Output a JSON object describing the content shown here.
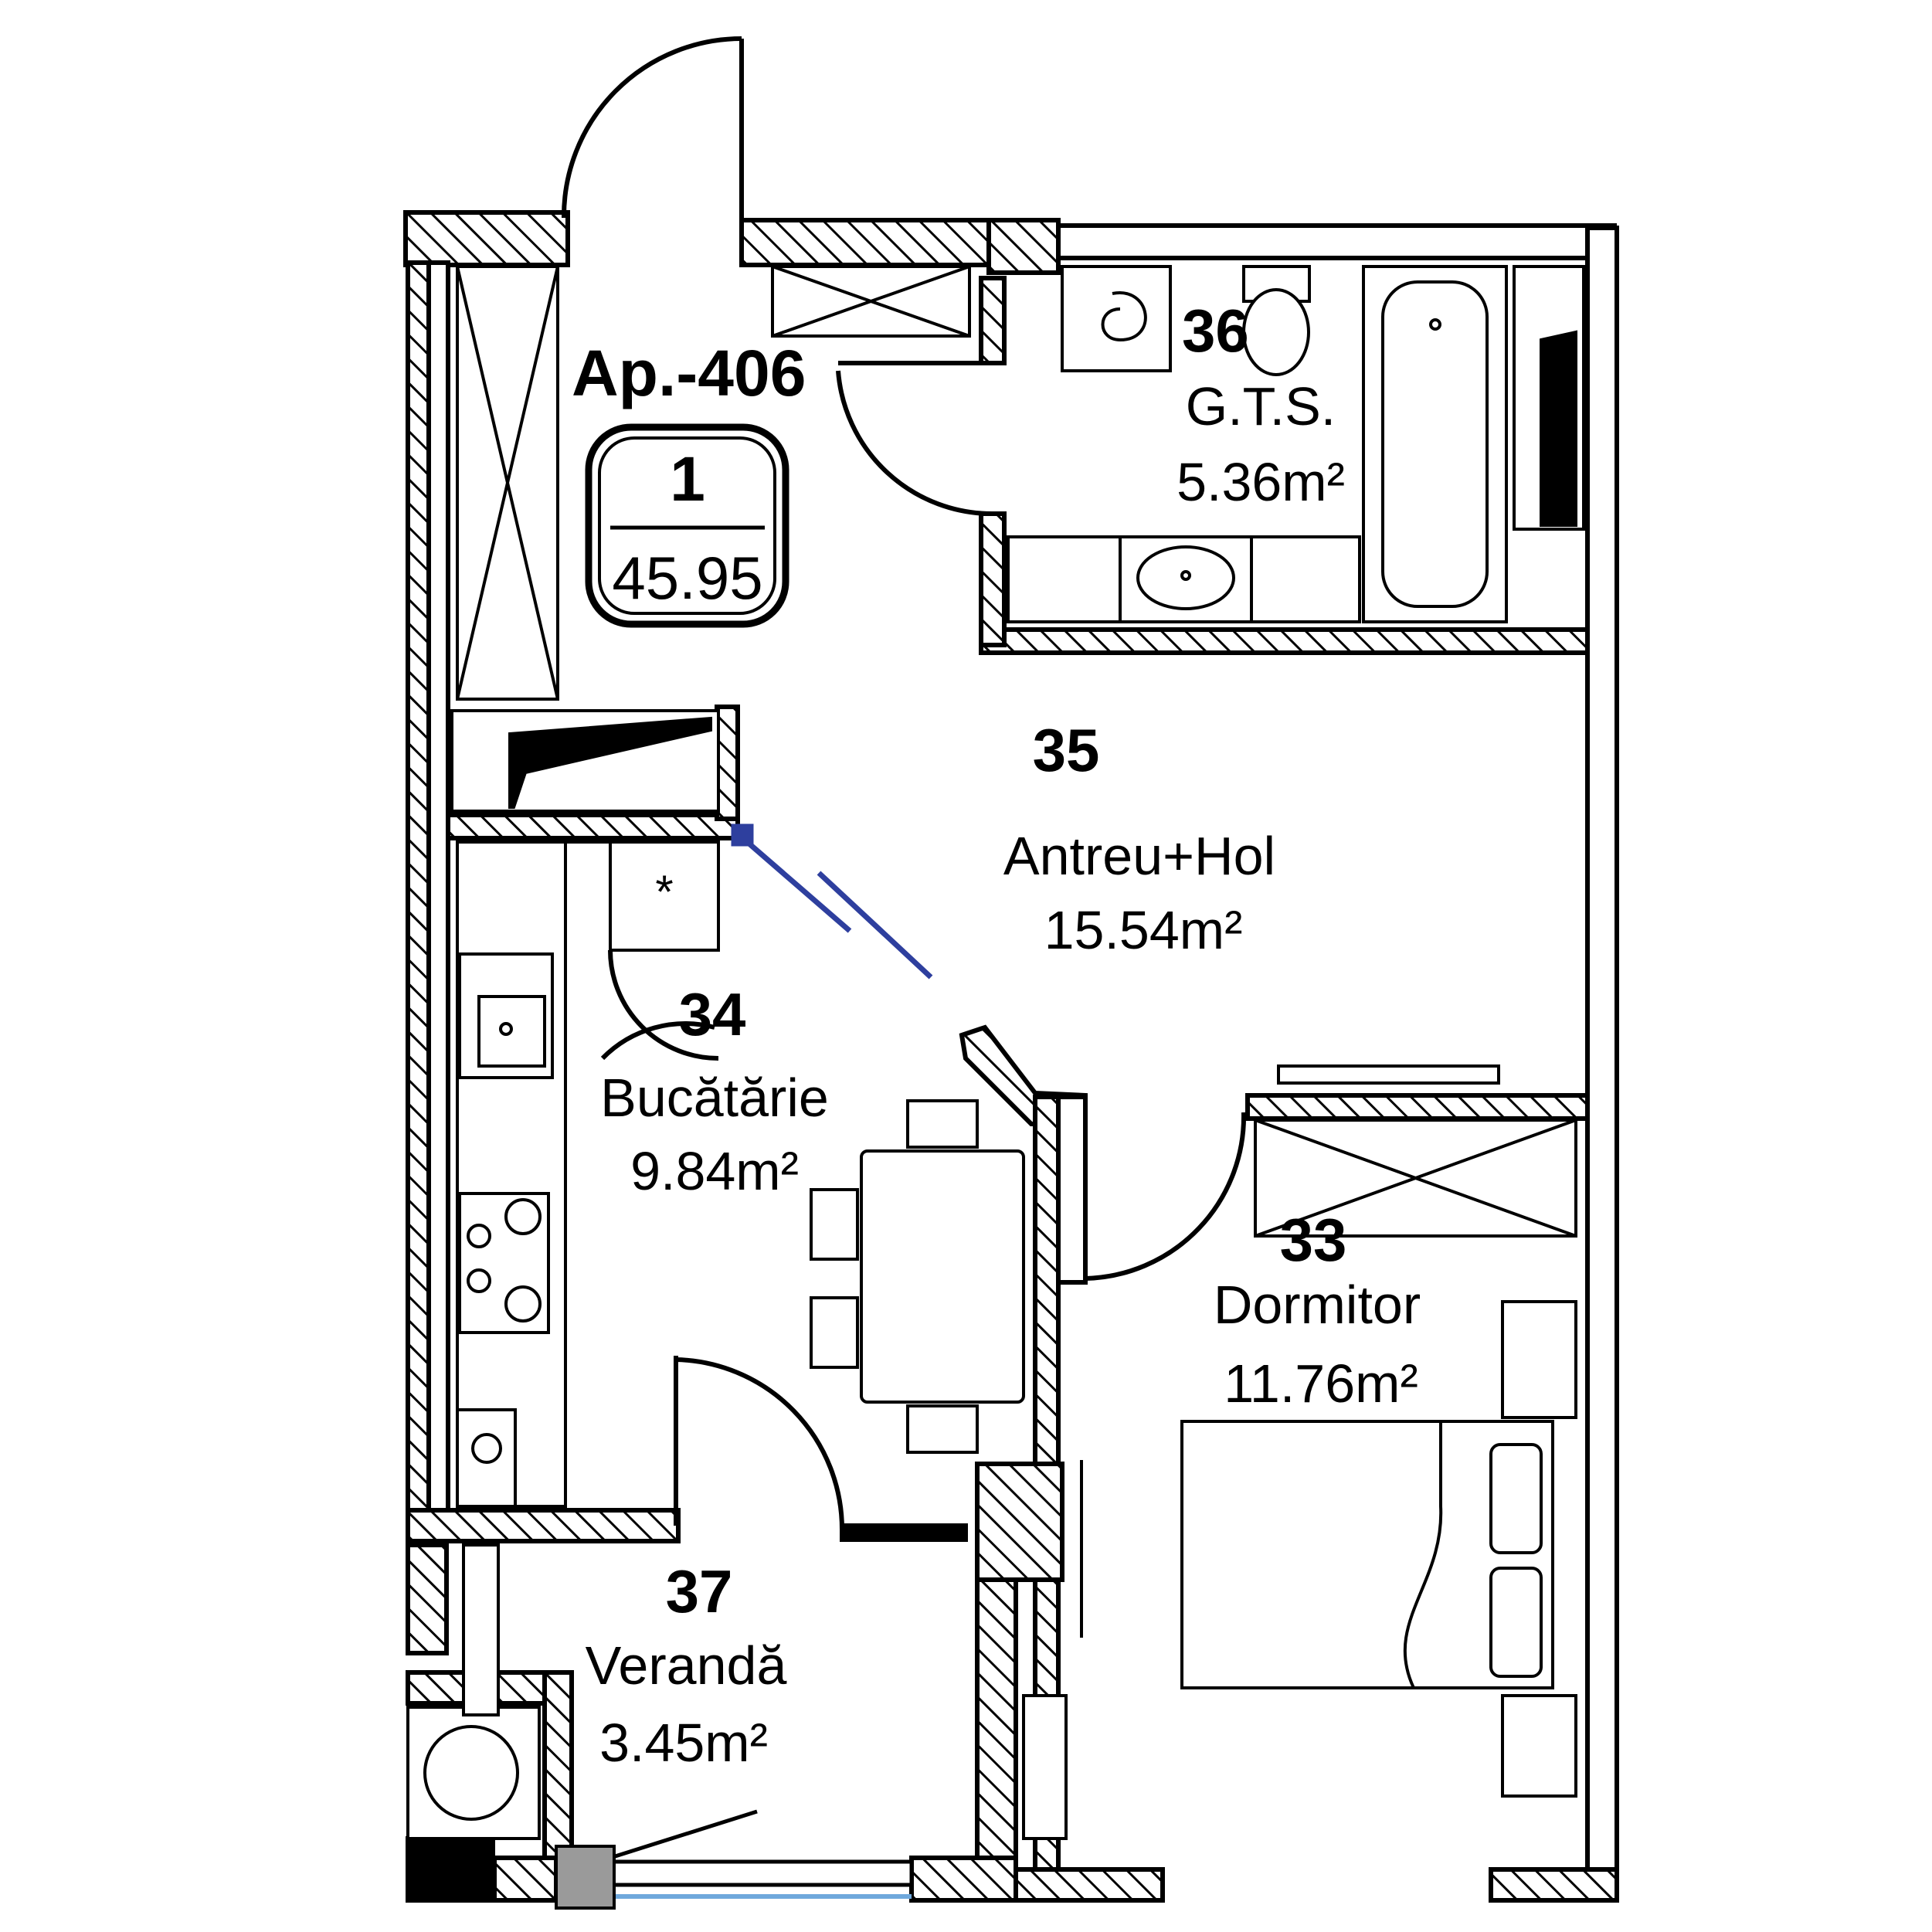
{
  "apartment": {
    "label": "Ap.-406",
    "rooms_count": "1",
    "total_area": "45.95"
  },
  "rooms": {
    "r36": {
      "number": "36",
      "name": "G.T.S.",
      "area": "5.36m²"
    },
    "r35": {
      "number": "35",
      "name": "Antreu+Hol",
      "area": "15.54m²"
    },
    "r34": {
      "number": "34",
      "name": "Bucătărie",
      "area": "9.84m²"
    },
    "r33": {
      "number": "33",
      "name": "Dormitor",
      "area": "11.76m²"
    },
    "r37": {
      "number": "37",
      "name": "Verandă",
      "area": "3.45m²"
    }
  },
  "colors": {
    "wall": "#000000",
    "door_glass": "#2e3f9e",
    "window_glass": "#6fa8dc",
    "fixture_gray": "#9a9a9a"
  }
}
